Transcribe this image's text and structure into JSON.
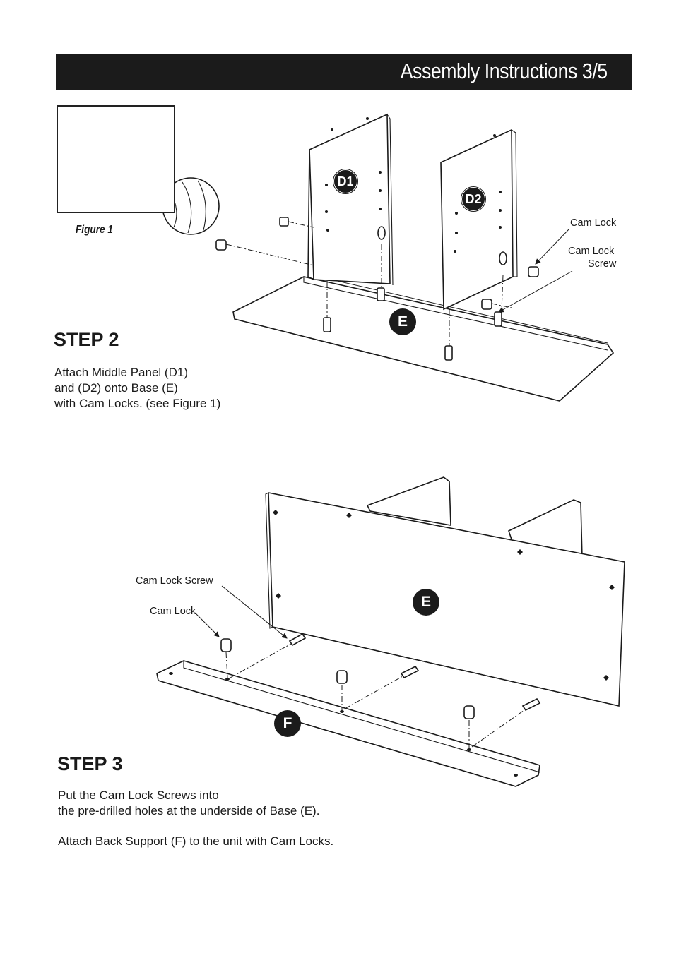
{
  "header": {
    "title": "Assembly Instructions 3/5"
  },
  "figure1": {
    "caption": "Figure 1"
  },
  "step2": {
    "title": "STEP 2",
    "lines": [
      "Attach Middle Panel (D1)",
      "and (D2) onto Base (E)",
      "with Cam Locks. (see Figure 1)"
    ],
    "labels": {
      "cam_lock": "Cam Lock",
      "cam_lock_screw_1": "Cam Lock",
      "cam_lock_screw_2": "Screw"
    },
    "parts": {
      "d1": "D1",
      "d2": "D2",
      "e": "E"
    }
  },
  "step3": {
    "title": "STEP 3",
    "lines": [
      "Put the Cam Lock Screws into",
      "the pre-drilled holes at the underside of Base (E).",
      "",
      "Attach Back Support (F) to the unit with Cam Locks."
    ],
    "labels": {
      "cam_lock_screw": "Cam Lock Screw",
      "cam_lock": "Cam Lock"
    },
    "parts": {
      "e": "E",
      "f": "F"
    }
  },
  "colors": {
    "header_bg": "#1b1b1b",
    "header_text": "#ffffff",
    "ink": "#1a1a1a"
  },
  "icons": [
    "screwdriver-icon",
    "cam-lock-icon",
    "cam-lock-screw-icon",
    "rotation-arrow-icon"
  ]
}
